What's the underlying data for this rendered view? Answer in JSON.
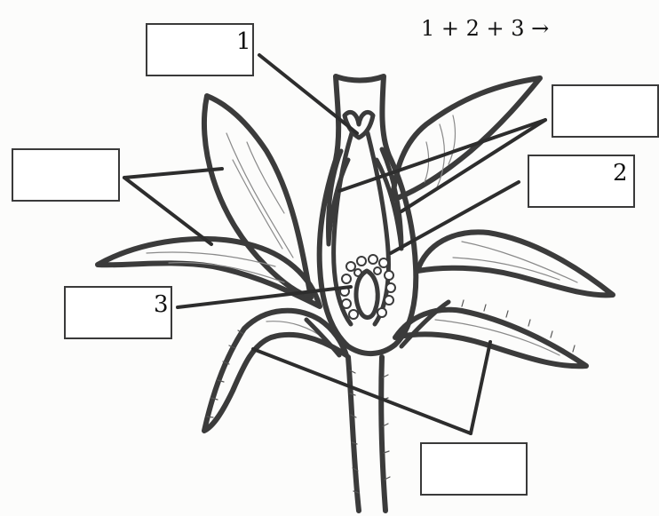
{
  "formula": "1 + 2 + 3 →",
  "labels": {
    "one": "1",
    "two": "2",
    "three": "3"
  },
  "answer_boxes": [
    "blank-top-left",
    "blank-left",
    "blank-mid-left",
    "blank-top-right",
    "blank-right",
    "blank-bottom-right"
  ],
  "colors": {
    "ink": "#3b3b3b",
    "paper": "#fcfcfb"
  }
}
